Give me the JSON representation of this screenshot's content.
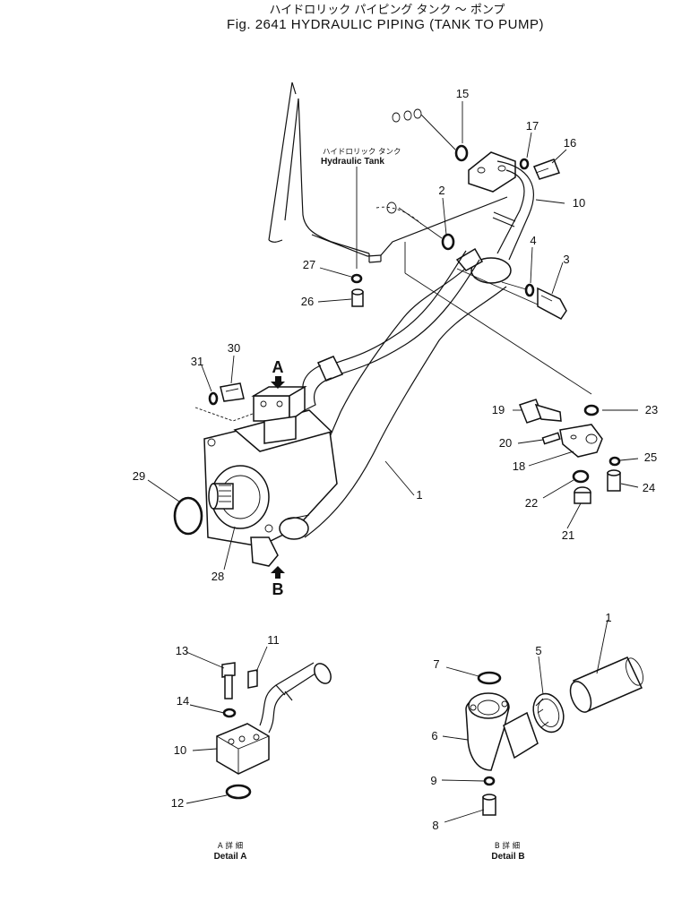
{
  "title": {
    "japanese": "ハイドロリック パイピング タンク 〜 ポンプ",
    "english": "Fig. 2641 HYDRAULIC PIPING (TANK TO PUMP)"
  },
  "tank_label": {
    "japanese": "ハイドロリック タンク",
    "english": "Hydraulic Tank"
  },
  "views": {
    "a": "A",
    "b": "B"
  },
  "callouts": {
    "n1": "1",
    "n2": "2",
    "n3": "3",
    "n4": "4",
    "n10": "10",
    "n15": "15",
    "n16": "16",
    "n17": "17",
    "n19": "19",
    "n20": "20",
    "n18": "18",
    "n22": "22",
    "n21": "21",
    "n23": "23",
    "n24": "24",
    "n25": "25",
    "n26": "26",
    "n27": "27",
    "n28": "28",
    "n29": "29",
    "n30": "30",
    "n31": "31"
  },
  "detail_a": {
    "callouts": {
      "n10": "10",
      "n11": "11",
      "n12": "12",
      "n13": "13",
      "n14": "14"
    },
    "caption_jp": "A 詳 細",
    "caption_en": "Detail A"
  },
  "detail_b": {
    "callouts": {
      "n1": "1",
      "n5": "5",
      "n6": "6",
      "n7": "7",
      "n8": "8",
      "n9": "9"
    },
    "caption_jp": "B 詳 細",
    "caption_en": "Detail B"
  }
}
